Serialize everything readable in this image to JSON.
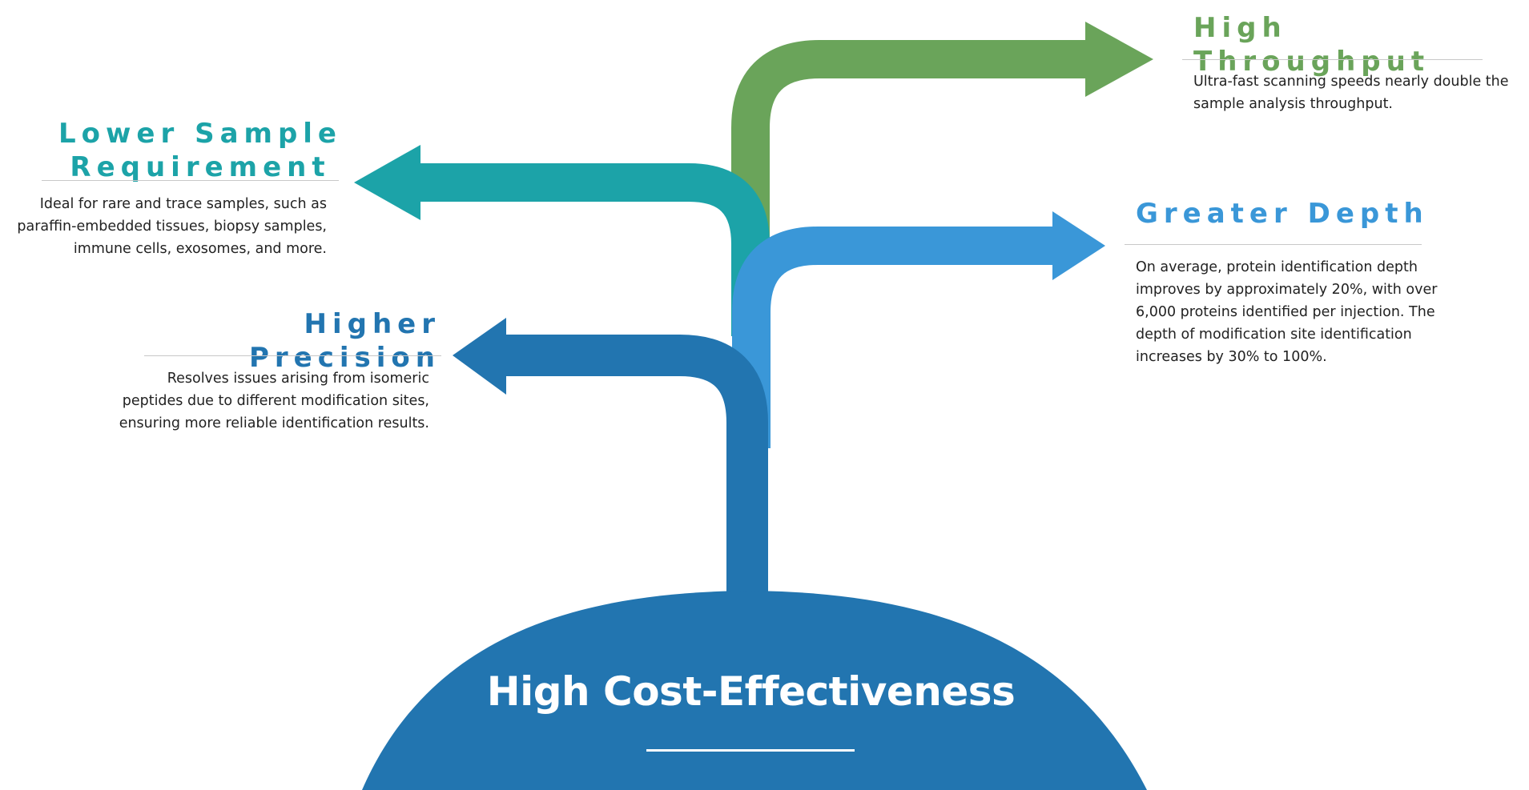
{
  "center": {
    "title": "High Cost-Effectiveness"
  },
  "features": {
    "high_throughput": {
      "title": "High Throughput",
      "description": "Ultra-fast scanning speeds nearly double the\nsample analysis throughput.",
      "color": "#6aa45a"
    },
    "lower_sample": {
      "title": "Lower Sample\nRequirement",
      "description": "Ideal for rare and trace samples, such as\nparaffin-embedded tissues, biopsy samples,\nimmune cells, exosomes, and more.",
      "color": "#1ca3a8"
    },
    "greater_depth": {
      "title": "Greater Depth",
      "description": "On average, protein identification depth\nimproves by approximately 20%, with over\n6,000 proteins identified per injection. The\ndepth of modification site identification\nincreases by 30% to 100%.",
      "color": "#3a97d8"
    },
    "higher_precision": {
      "title": "Higher Precision",
      "description": "Resolves issues arising from isomeric\npeptides due to different modification sites,\nensuring more reliable identification results.",
      "color": "#2275b0"
    }
  },
  "base_color": "#2275b0"
}
